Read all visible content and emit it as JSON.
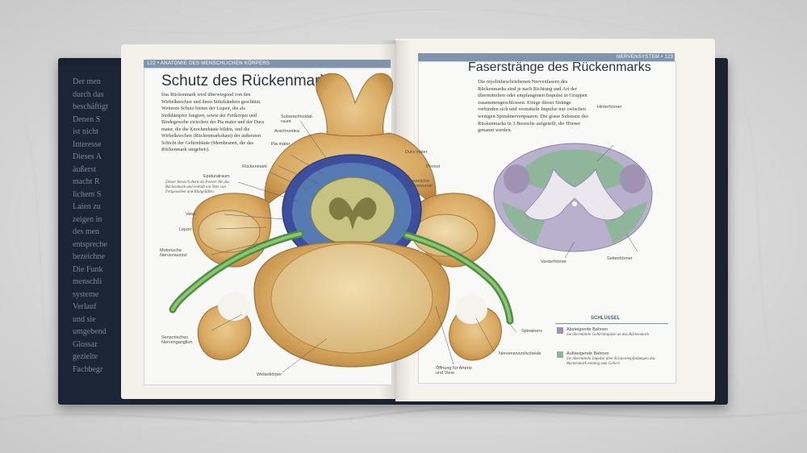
{
  "book": {
    "left_page": {
      "header": "122 • ANATOMIE DES MENSCHLICHEN KÖRPERS",
      "title": "Schutz des Rückenmarks",
      "intro": "Das Rückenmark wird überwiegend von den Wirbelknochen und ihren Stützbändern geschützt. Weiteren Schutz bieten der Liquor, die als Stoßdämpfer fungiert, sowie der Fettkörper und Bindegewebe zwischen der Pia mater und der Dura mater, die die Knochenhäute bilden, und die Wirbelknochen (Rückenmarkshaut) der äußersten Schicht der Gehirnhäute (Membranen, die das Rückenmark umgeben).",
      "labels": {
        "subarachnoid": "Subarachnoidal-raum",
        "arachnoidea": "Arachnoidea",
        "pia": "Pia mater",
        "dura": "Dura mater",
        "rueckenmark": "Rückenmark",
        "epidural": "Epiduralraum",
        "epidural_note": "Dieser Bereich dient als Polster für das Rückenmark und enthält ein Netz von Fettgeweben und Blutgefäßen",
        "vene": "Vene",
        "liquor": "Liquor",
        "motorisch": "Motorische Nervenwurzel",
        "sensorisch_wurzel": "Sensorische Nervenwurzel",
        "sensorisch_ganglion": "Sensorisches Nervenganglion",
        "wirbelkoerper": "Wirbelkörper"
      }
    },
    "right_page": {
      "header": "NERVENSYSTEM • 123",
      "title": "Faserstränge des Rückenmarks",
      "intro": "Die myelinbeschriebenen Nervenfasern des Rückenmarks sind je nach Richtung und Art der übermittelten oder empfangenen Impulse in Gruppen zusammengeschlossen. Einige dieser Stränge verbinden sich und vermitteln Impulse nur zwischen wenigen Spinalnervenpaaren. Die graue Substanz des Rückenmarks in 3 Bereiche aufgeteilt, die Hörner genannt werden.",
      "labels": {
        "seitenhoerner": "Seitenhörner",
        "vorderhoerner": "Vorderhörner",
        "hinterhoerner": "Hinterhörner",
        "perost": "Periost",
        "spinalnerv": "Spinalnerv",
        "nervenwurzelscheide": "Nervenwurzelscheide",
        "oeffnung": "Öffnung für Arterie und Vene"
      },
      "key": {
        "title": "SCHLÜSSEL",
        "items": [
          {
            "label": "Absteigende Bahnen",
            "desc": "Sie übermitteln Gehirnimpulse an das Rückenmark",
            "color": "#9f92b3"
          },
          {
            "label": "Aufsteigende Bahnen",
            "desc": "Sie übermitteln Impulse über Körperempfindungen das Rückenmark entlang zum Gehirn",
            "color": "#8fb59a"
          }
        ]
      }
    },
    "left_edge_text": [
      "Der men",
      "durch das",
      "beschäftigt",
      "Denen S",
      "ist nicht",
      "Interesse",
      "Dieses A",
      "äußerst",
      "macht R",
      "lichem S",
      "Laien zu",
      "zeigen in",
      "des men",
      "entspreche",
      "bezeichne",
      "Die Funk",
      "menschli",
      "systeme",
      "Verlauf",
      "und sie",
      "umgebend",
      "Glossar",
      "gezielte",
      "Fachbegr"
    ]
  }
}
